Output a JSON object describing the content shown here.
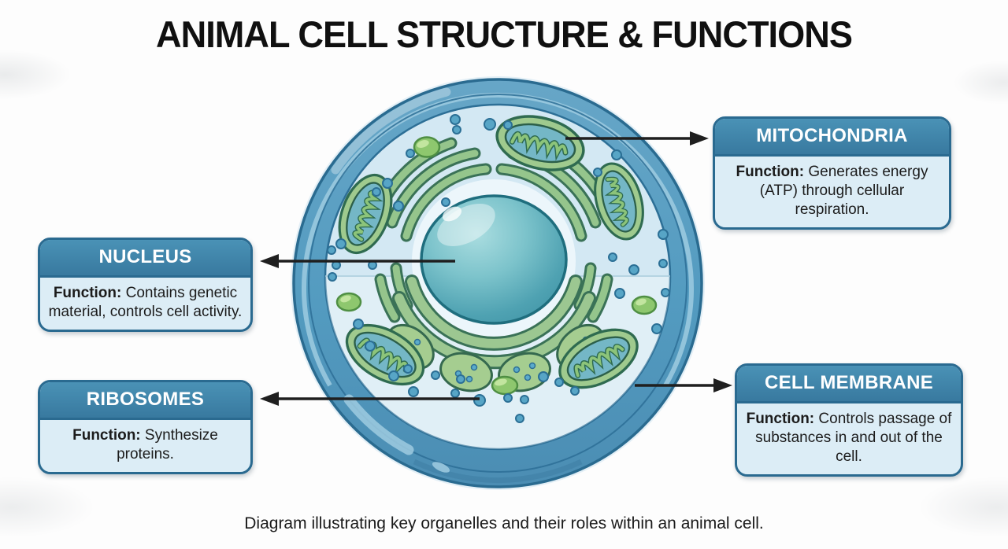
{
  "title": "ANIMAL CELL STRUCTURE & FUNCTIONS",
  "caption": "Diagram illustrating key organelles and their roles within an animal cell.",
  "colors": {
    "box_header_bg": "#3e86ac",
    "box_body_bg": "#dcedf6",
    "box_border": "#2a6a90",
    "header_text": "#ffffff",
    "body_text": "#1c1c1c",
    "arrow": "#1f1f1f",
    "membrane_blue": "#4f92b7",
    "cytoplasm_blue": "#d3e8f3",
    "nucleus_teal": "#56aab8",
    "organelle_green": "#9fca8e",
    "ribosome_dot_blue": "#57a5c6"
  },
  "callouts": {
    "mitochondria": {
      "title": "MITOCHONDRIA",
      "function_label": "Function:",
      "function_text": "Generates energy (ATP) through cellular respiration."
    },
    "nucleus": {
      "title": "NUCLEUS",
      "function_label": "Function:",
      "function_text": "Contains genetic material, controls cell activity."
    },
    "ribosomes": {
      "title": "RIBOSOMES",
      "function_label": "Function:",
      "function_text": "Synthesize proteins."
    },
    "cell_membrane": {
      "title": "CELL MEMBRANE",
      "function_label": "Function:",
      "function_text": "Controls passage of substances in and out of the cell."
    }
  }
}
